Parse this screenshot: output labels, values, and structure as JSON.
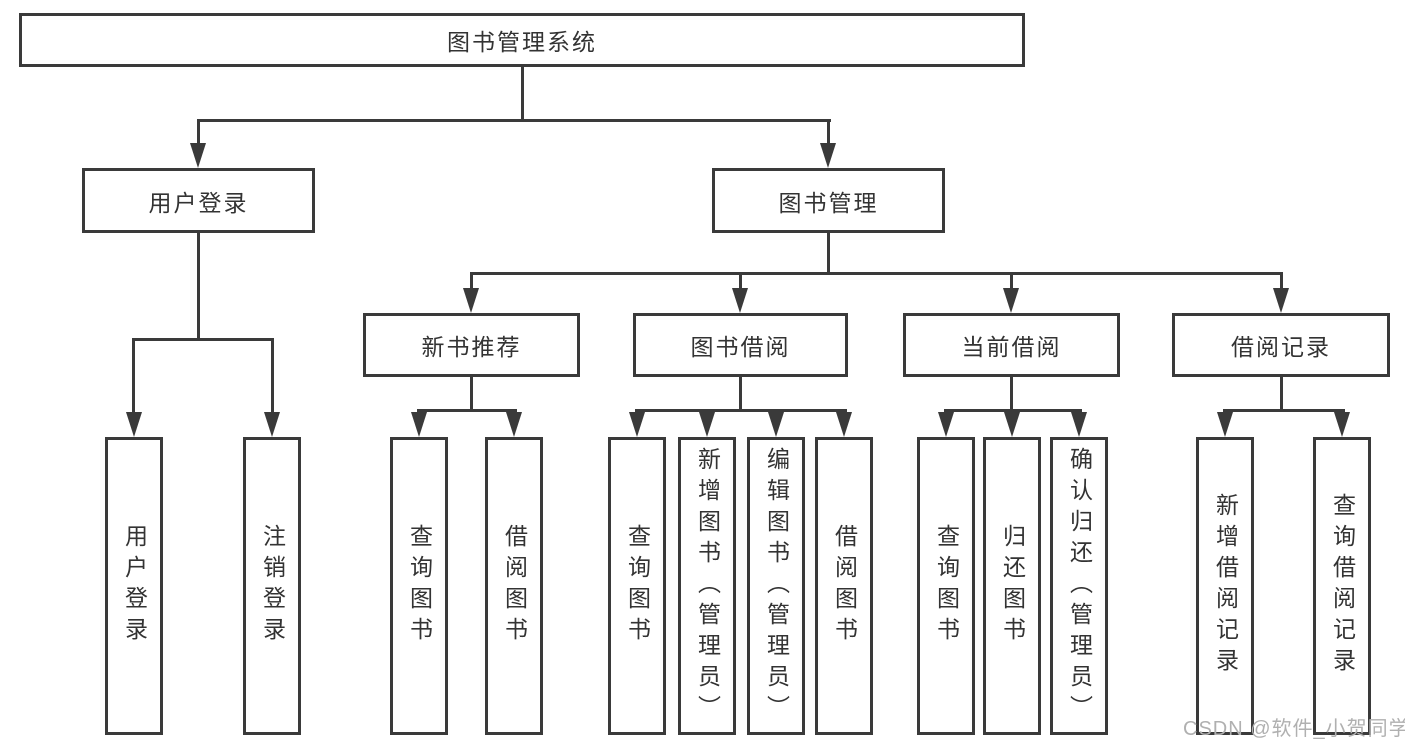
{
  "diagram": {
    "root": {
      "label": "图书管理系统",
      "children": [
        {
          "label": "用户登录",
          "children": [
            {
              "label": "用户登录"
            },
            {
              "label": "注销登录"
            }
          ]
        },
        {
          "label": "图书管理",
          "children": [
            {
              "label": "新书推荐",
              "children": [
                {
                  "label": "查询图书"
                },
                {
                  "label": "借阅图书"
                }
              ]
            },
            {
              "label": "图书借阅",
              "children": [
                {
                  "label": "查询图书"
                },
                {
                  "label": "新增图书（管理员）"
                },
                {
                  "label": "编辑图书（管理员）"
                },
                {
                  "label": "借阅图书"
                }
              ]
            },
            {
              "label": "当前借阅",
              "children": [
                {
                  "label": "查询图书"
                },
                {
                  "label": "归还图书"
                },
                {
                  "label": "确认归还（管理员）"
                }
              ]
            },
            {
              "label": "借阅记录",
              "children": [
                {
                  "label": "新增借阅记录"
                },
                {
                  "label": "查询借阅记录"
                }
              ]
            }
          ]
        }
      ]
    }
  },
  "watermark": {
    "text": "CSDN @软件_小贺同学"
  },
  "colors": {
    "line": "#3a3a3a",
    "text": "#333333",
    "box_background": "#ffffff",
    "watermark": "#b0b0b0"
  }
}
